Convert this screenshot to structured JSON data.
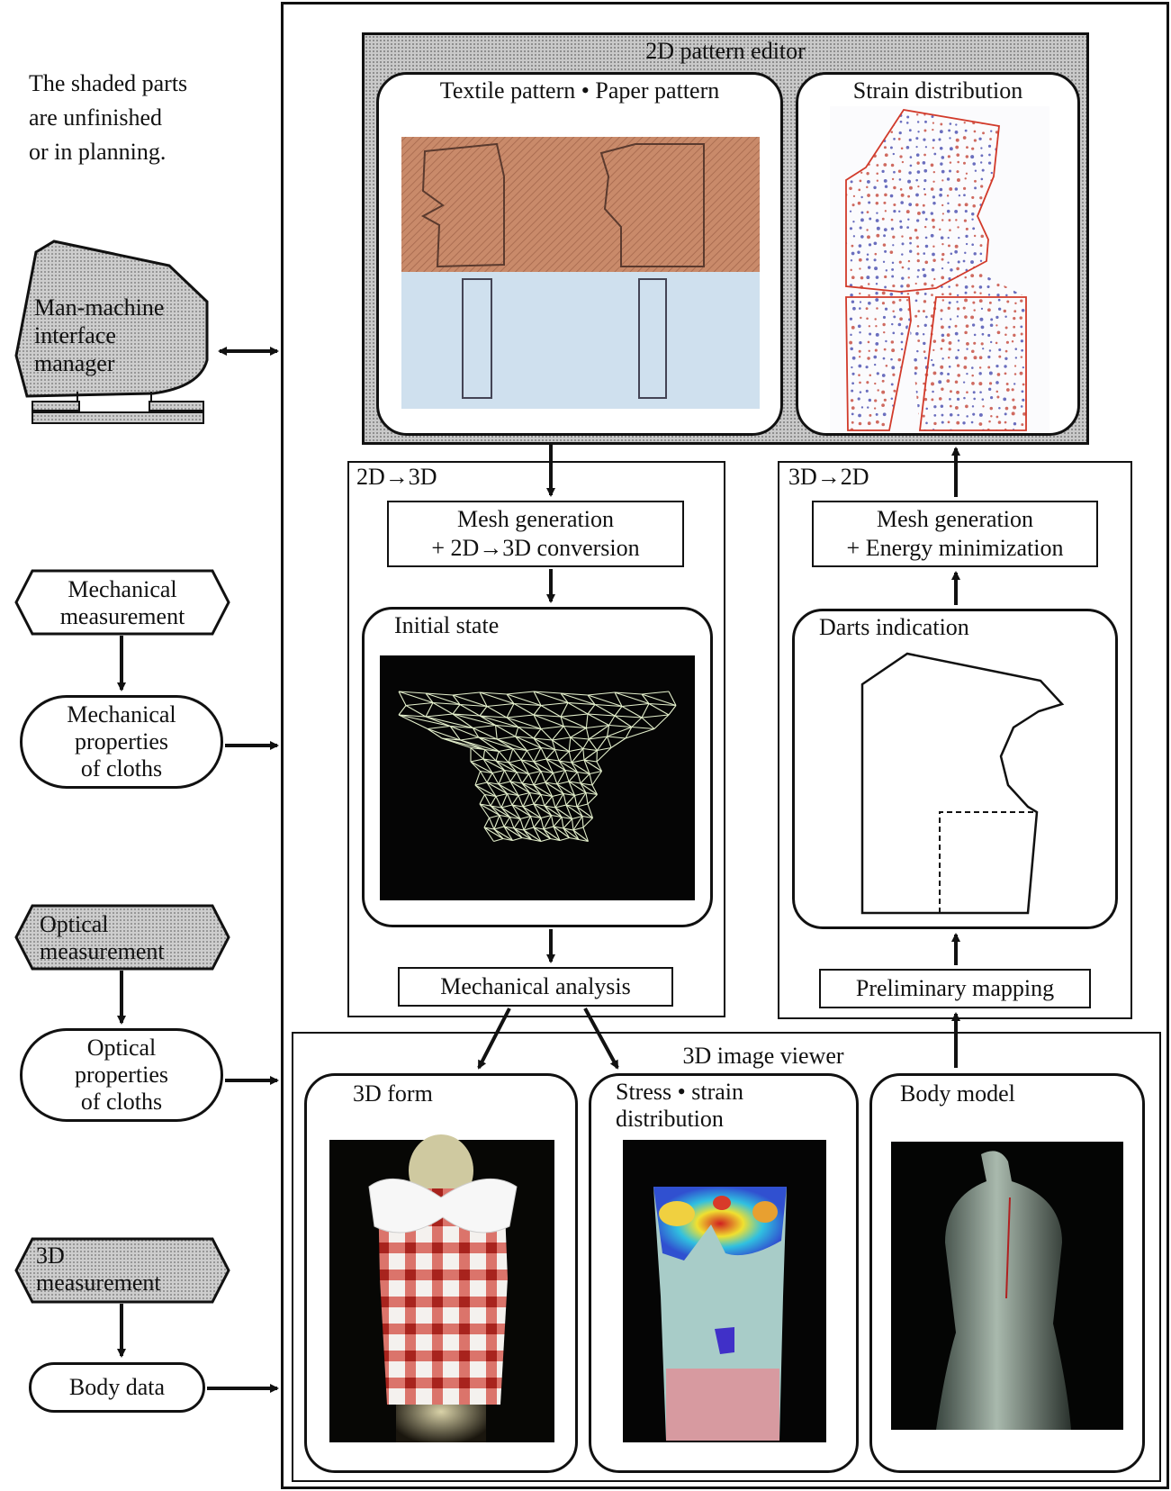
{
  "note": {
    "lines": [
      "The shaded parts",
      "are unfinished",
      "or in planning."
    ]
  },
  "left": {
    "interface_manager": [
      "Man-machine",
      "interface",
      "manager"
    ],
    "mech_measurement": [
      "Mechanical",
      "measurement"
    ],
    "mech_properties": [
      "Mechanical",
      "properties",
      "of cloths"
    ],
    "optical_measurement": [
      "Optical",
      "measurement"
    ],
    "optical_properties": [
      "Optical",
      "properties",
      "of cloths"
    ],
    "measurement_3d": [
      "3D",
      "measurement"
    ],
    "body_data": "Body data"
  },
  "editor": {
    "title": "2D pattern editor",
    "textile_title": "Textile pattern • Paper pattern",
    "strain_title": "Strain distribution"
  },
  "to3d": {
    "title": "2D→3D",
    "mesh": [
      "Mesh  generation",
      "+ 2D→3D conversion"
    ],
    "initial_state": "Initial state",
    "analysis": "Mechanical  analysis"
  },
  "to2d": {
    "title": "3D→2D",
    "mesh": [
      "Mesh  generation",
      "+ Energy minimization"
    ],
    "darts": "Darts indication",
    "mapping": "Preliminary mapping"
  },
  "viewer": {
    "title": "3D image viewer",
    "form": "3D form",
    "stress": [
      "Stress • strain",
      "distribution"
    ],
    "body_model": "Body model"
  },
  "colors": {
    "textile": "#c98a6a",
    "paper": "#cfe0ee",
    "screen": "#050505",
    "mesh_line": "#e4f0cc",
    "strain_edge": "#d23a2a"
  }
}
